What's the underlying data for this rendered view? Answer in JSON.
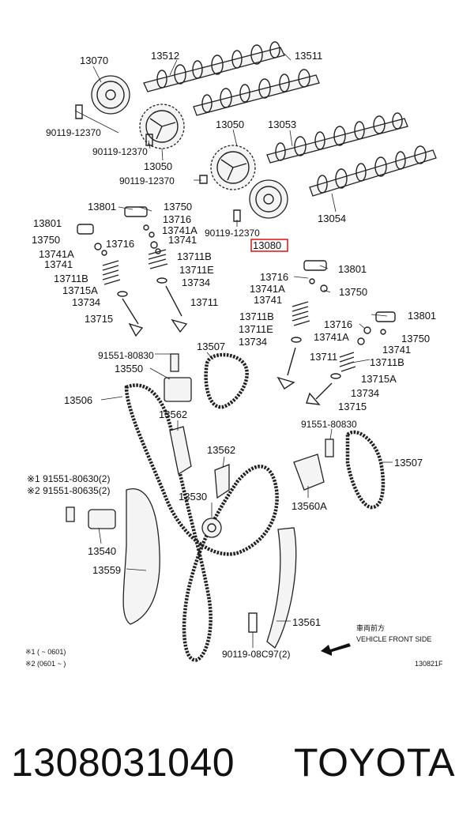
{
  "diagram": {
    "highlight_color": "#e02020",
    "highlighted_part": "13080",
    "labels": {
      "p13070": "13070",
      "p13512": "13512",
      "p13511": "13511",
      "b90119_12370_a": "90119-12370",
      "b90119_12370_b": "90119-12370",
      "p13050_a": "13050",
      "p13050_b": "13050",
      "p13053": "13053",
      "b90119_12370_c": "90119-12370",
      "p13054": "13054",
      "b90119_12370_d": "90119-12370",
      "p13801_a": "13801",
      "p13750_a": "13750",
      "p13716_a": "13716",
      "p13741A_a": "13741A",
      "p13750_b": "13750",
      "p13716_b": "13716",
      "p13741_a": "13741",
      "p13741A_b": "13741A",
      "p13711B_a": "13711B",
      "p13741_b": "13741",
      "p13711E_a": "13711E",
      "p13711B_b": "13711B",
      "p13734_a": "13734",
      "p13715A_a": "13715A",
      "p13734_b": "13734",
      "p13711_a": "13711",
      "p13715_a": "13715",
      "p13716_c": "13716",
      "p13801_b": "13801",
      "p13741A_c": "13741A",
      "p13750_c": "13750",
      "p13741_c": "13741",
      "p13711B_c": "13711B",
      "p13716_d": "13716",
      "p13801_c": "13801",
      "p13711E_b": "13711E",
      "p13741A_d": "13741A",
      "p13750_d": "13750",
      "p13734_c": "13734",
      "p13741_d": "13741",
      "b91551_80830_a": "91551-80830",
      "p13507_a": "13507",
      "p13711_b": "13711",
      "p13711B_d": "13711B",
      "p13550": "13550",
      "p13715A_b": "13715A",
      "p13734_d": "13734",
      "p13506": "13506",
      "p13715_b": "13715",
      "p13562_a": "13562",
      "b91551_80830_b": "91551-80830",
      "p13562_b": "13562",
      "p13507_b": "13507",
      "note1": "※1 91551-80630(2)",
      "note2": "※2 91551-80635(2)",
      "p13530": "13530",
      "p13560A": "13560A",
      "p13540": "13540",
      "p13559": "13559",
      "p13561": "13561",
      "front_jp": "車両前方",
      "front_en": "VEHICLE FRONT SIDE",
      "b90119_08C97": "90119-08C97(2)",
      "footnote1": "※1 (    ~ 0601)",
      "footnote2": "※2 (0601 ~     )",
      "figure_code": "130821F"
    }
  },
  "caption": {
    "part_number": "1308031040",
    "brand": "TOYOTA"
  }
}
